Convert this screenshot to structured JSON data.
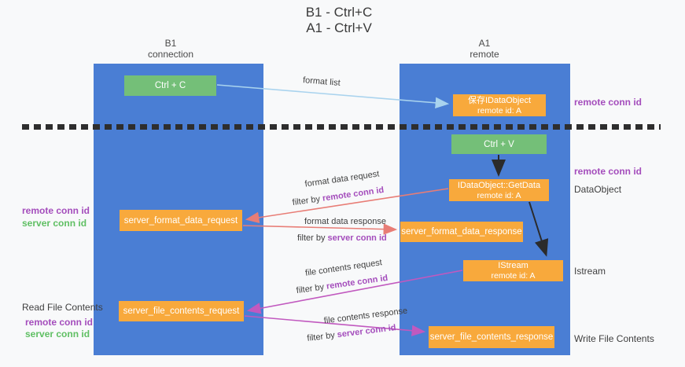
{
  "title": {
    "line1": "B1 - Ctrl+C",
    "line2": "A1 - Ctrl+V"
  },
  "columns": {
    "left": {
      "name": "B1",
      "role": "connection"
    },
    "right": {
      "name": "A1",
      "role": "remote"
    }
  },
  "nodes": {
    "ctrl_c": "Ctrl + C",
    "save_dataobject": {
      "line1": "保存IDataObject",
      "line2": "remote id: A"
    },
    "ctrl_v": "Ctrl + V",
    "getdata": {
      "line1": "IDataObject::GetData",
      "line2": "remote id: A"
    },
    "format_request": "server_format_data_request",
    "format_response": "server_format_data_response",
    "istream": {
      "line1": "IStream",
      "line2": "remote id: A"
    },
    "file_request": "server_file_contents_request",
    "file_response": "server_file_contents_response"
  },
  "edges": {
    "format_list": {
      "label": "format list"
    },
    "format_data_request": {
      "label": "format data request",
      "filter_prefix": "filter by",
      "filter_key": "remote conn id"
    },
    "format_data_response": {
      "label": "format data response",
      "filter_prefix": "filter by",
      "filter_key": "server conn id"
    },
    "file_contents_request": {
      "label": "file contents request",
      "filter_prefix": "filter by",
      "filter_key": "remote conn id"
    },
    "file_contents_response": {
      "label": "file contents response",
      "filter_prefix": "filter by",
      "filter_key": "server conn id"
    }
  },
  "side_labels": {
    "right_conn_id_top": "remote conn id",
    "right_conn_id_mid": "remote conn id",
    "dataobject": "DataObject",
    "istream": "Istream",
    "write_file": "Write File Contents",
    "read_file": "Read File Contents",
    "left_block1": {
      "remote": "remote conn id",
      "server": "server conn id"
    },
    "left_block2": {
      "remote": "remote conn id",
      "server": "server conn id"
    }
  },
  "colors": {
    "background": "#f8f9fa",
    "column_blue": "#4a7ed4",
    "node_green": "#74bf78",
    "node_orange": "#f8a93c",
    "arrow_light_blue": "#a9d3ee",
    "arrow_salmon": "#e87d76",
    "arrow_magenta": "#c159bf",
    "arrow_black": "#2b2b2b",
    "text_purple": "#a44dbc",
    "text_green": "#5fbf63"
  }
}
